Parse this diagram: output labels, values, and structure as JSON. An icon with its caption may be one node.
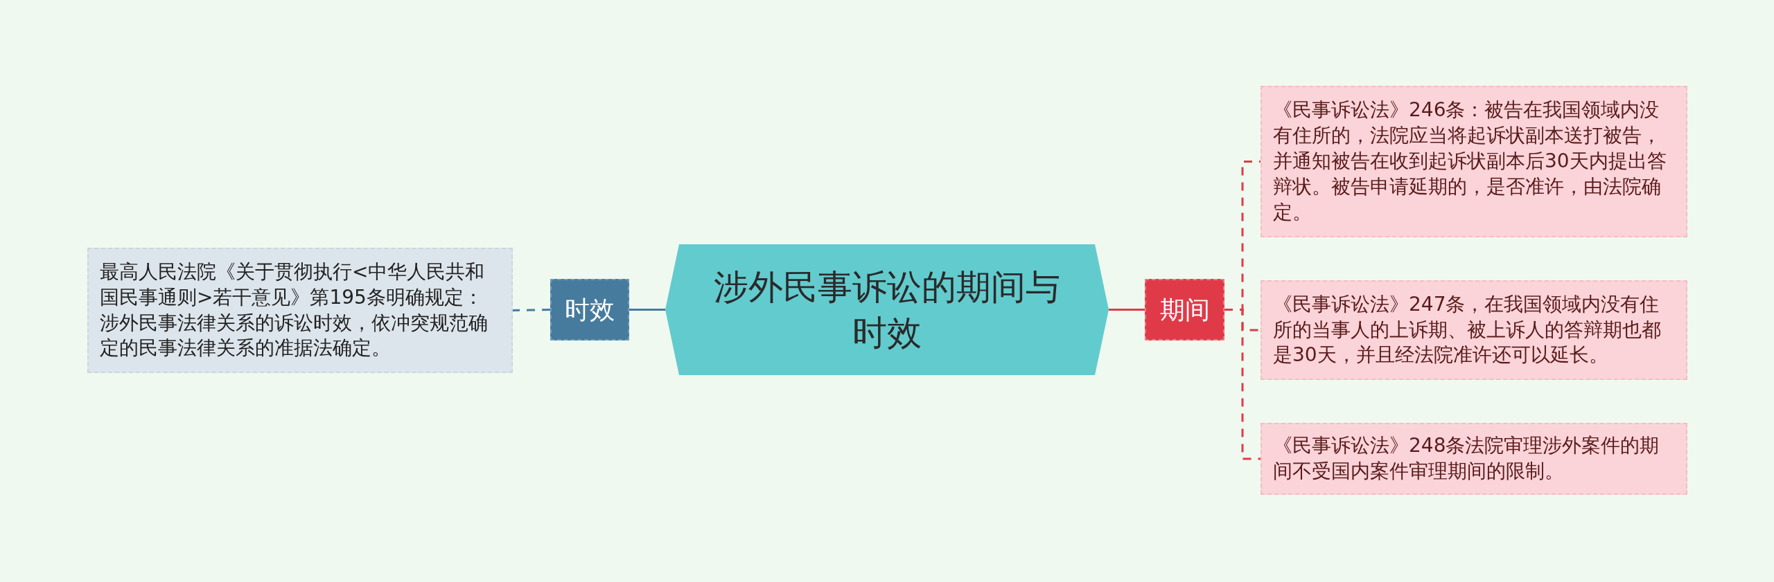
{
  "diagram": {
    "nodes": [
      {
        "text": [
          "涉外民事诉讼的期间与时效"
        ]
      },
      {
        "text": [
          "时效"
        ]
      },
      {
        "text": [
          "最高人民法院《关于贯彻执行<中华人民共和国民事通则>若干意见》第195条明确规定：涉外民事法律关系的诉讼时效，依冲突规范确定的民事法律关系的准据法确定。"
        ]
      },
      {
        "text": [
          "期间"
        ]
      },
      {
        "text": [
          "《民事诉讼法》246条：被告在我国领域内没有住所的，法院应当将起诉状副本送打被告，并通知被告在收到起诉状副本后30天内提出答辩状。被告申请延期的，是否准许，由法院确定。"
        ]
      },
      {
        "text": [
          "《民事诉讼法》247条，在我国领域内没有住所的当事人的上诉期、被上诉人的答辩期也都是30天，并且经法院准许还可以延长。"
        ]
      },
      {
        "text": [
          "《民事诉讼法》248条法院审理涉外案件的期间不受国内案件审理期间的限制。"
        ]
      }
    ],
    "edges": [
      {
        "from": 0,
        "to": 1,
        "arrow": "none",
        "color": "#467b9e"
      },
      {
        "from": 1,
        "to": 2,
        "arrow": "none",
        "style": "dashed",
        "color": "#467b9e"
      },
      {
        "from": 0,
        "to": 3,
        "arrow": "none"
      },
      {
        "from": 3,
        "to": 4,
        "arrow": "none",
        "style": "dashed"
      },
      {
        "from": 3,
        "to": 5,
        "arrow": "none",
        "style": "dashed"
      },
      {
        "from": 3,
        "to": 6,
        "arrow": "none",
        "style": "dashed"
      }
    ]
  }
}
